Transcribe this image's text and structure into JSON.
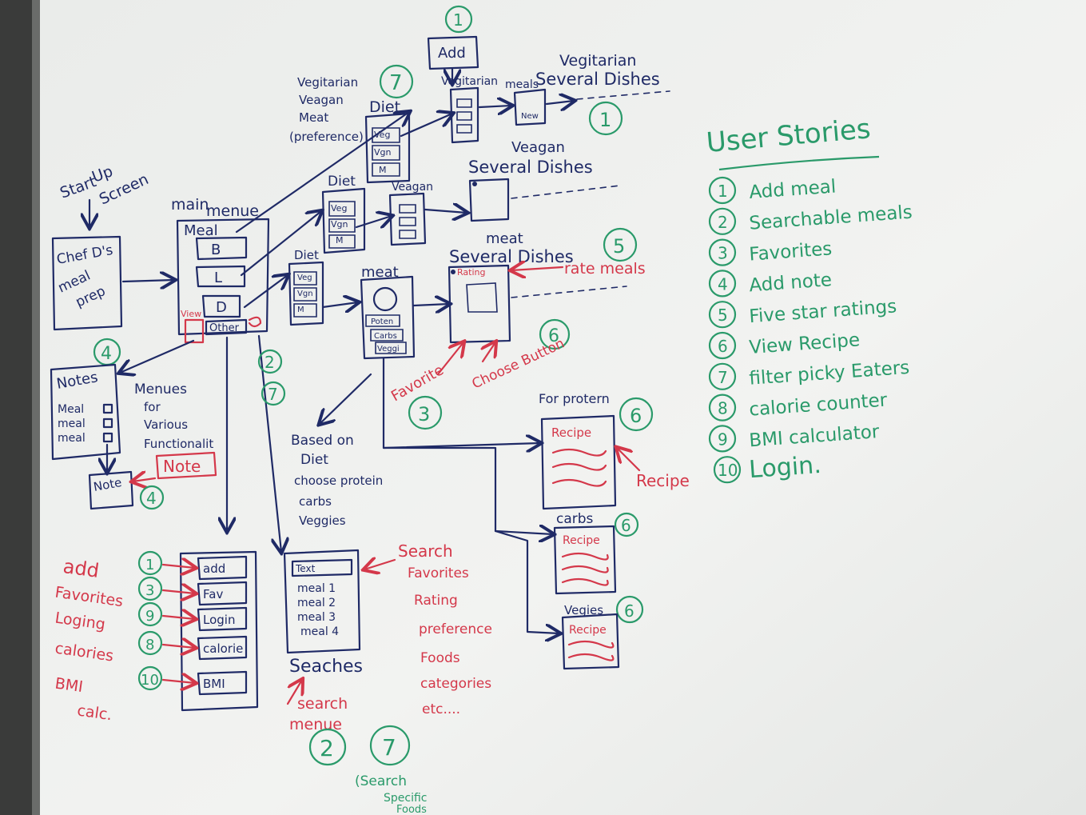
{
  "colors": {
    "board": "#eef0ee",
    "ink_blue": "#1f2a66",
    "ink_red": "#d4384a",
    "ink_green": "#2a9a6a"
  },
  "user_stories": {
    "title": "User Stories",
    "items": [
      {
        "num": "1",
        "label": "Add meal"
      },
      {
        "num": "2",
        "label": "Searchable meals"
      },
      {
        "num": "3",
        "label": "Favorites"
      },
      {
        "num": "4",
        "label": "Add note"
      },
      {
        "num": "5",
        "label": "Five star ratings"
      },
      {
        "num": "6",
        "label": "View Recipe"
      },
      {
        "num": "7",
        "label": "filter picky Eaters"
      },
      {
        "num": "8",
        "label": "calorie counter"
      },
      {
        "num": "9",
        "label": "BMI calculator"
      },
      {
        "num": "10",
        "label": "Login."
      }
    ]
  },
  "startup": {
    "caption_1": "Start",
    "caption_2": "Up",
    "caption_3": "Screen",
    "app_line_1": "Chef D's",
    "app_line_2": "meal",
    "app_line_3": "prep"
  },
  "main_menu": {
    "title_1": "main",
    "title_2": "menue",
    "meal_label": "Meal",
    "b": "B",
    "l": "L",
    "d": "D",
    "other": "Other",
    "view_label": "View"
  },
  "notes": {
    "title": "Notes",
    "items": [
      "Meal",
      "meal",
      "meal"
    ],
    "note_box": "Note",
    "note_red": "Note",
    "badge": "4",
    "caption": [
      "Menues",
      "for",
      "Various",
      "Functionalit"
    ]
  },
  "diet": {
    "preferences": [
      "Vegitarian",
      "Veagan",
      "Meat",
      "(preference)"
    ],
    "label": "Diet",
    "veg": "Veg",
    "vgn": "Vgn",
    "m": "M",
    "badge_top": "7",
    "vegan_label": "Veagan",
    "meat_label": "meat",
    "meat_inner": "Poten",
    "carbs": "Carbs",
    "veggies": "Veggi"
  },
  "vegetarian_flow": {
    "add": "Add",
    "add_badge": "1",
    "meals_1": "Vegitarian",
    "meals_2": "meals",
    "new": "New",
    "title_1": "Vegitarian",
    "title_2": "Several Dishes",
    "badge": "1"
  },
  "vegan_flow": {
    "title_1": "Veagan",
    "title_2": "Several Dishes"
  },
  "meat_flow": {
    "title_1": "meat",
    "title_2": "Several Dishes",
    "rating": "Rating",
    "rate_meals": "rate meals",
    "favorite": "Favorite",
    "choose": "Choose Button",
    "badge_5": "5",
    "badge_6": "6",
    "badge_3": "3"
  },
  "protein_note": {
    "lines": [
      "Based on",
      "Diet",
      "choose protein",
      "carbs",
      "Veggies"
    ]
  },
  "badges_mid": {
    "a": "2",
    "b": "7"
  },
  "recipes": {
    "protein_title": "For protern",
    "carbs_title": "carbs",
    "veg_title": "Vegies",
    "recipe": "Recipe",
    "red_label": "Recipe",
    "badge": "6"
  },
  "other_menu": {
    "items": [
      "add",
      "Fav",
      "Login",
      "calorie",
      "BMI"
    ],
    "red_labels": [
      "add",
      "Favorites",
      "Loging",
      "calories",
      "BMI",
      "calc."
    ],
    "badges": [
      "1",
      "3",
      "9",
      "8",
      "10"
    ]
  },
  "search_menu": {
    "field": "Text",
    "meals": [
      "meal 1",
      "meal 2",
      "meal 3",
      "meal 4"
    ],
    "caption": "Seaches",
    "red_title": "Search",
    "red_items": [
      "Favorites",
      "Rating",
      "preference",
      "Foods",
      "categories",
      "etc...."
    ],
    "search_menu_1": "search",
    "search_menu_2": "menue",
    "badge_2": "2",
    "badge_7": "7",
    "specific_1": "(Search",
    "specific_2": "Specific",
    "specific_3": "Foods"
  }
}
